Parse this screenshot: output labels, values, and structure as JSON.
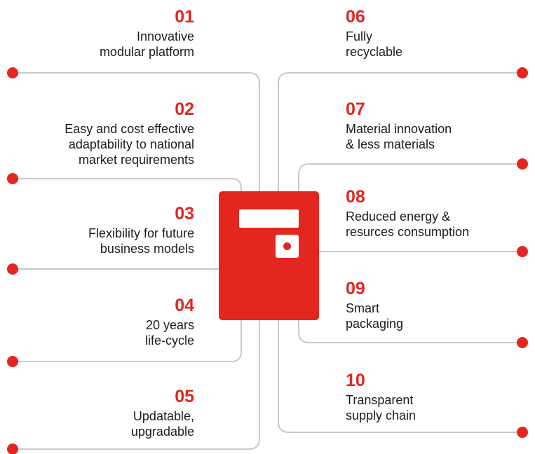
{
  "colors": {
    "accent": "#e52520",
    "connector": "#c9c9c9",
    "text": "#1c1c1c"
  },
  "left_features": [
    {
      "number": "01",
      "lines": [
        "Innovative",
        "modular platform"
      ]
    },
    {
      "number": "02",
      "lines": [
        "Easy and cost effective",
        "adaptability to national",
        "market requirements"
      ]
    },
    {
      "number": "03",
      "lines": [
        "Flexibility for future",
        "business models"
      ]
    },
    {
      "number": "04",
      "lines": [
        "20 years",
        "life-cycle"
      ]
    },
    {
      "number": "05",
      "lines": [
        "Updatable,",
        "upgradable"
      ]
    }
  ],
  "right_features": [
    {
      "number": "06",
      "lines": [
        "Fully",
        "recyclable"
      ]
    },
    {
      "number": "07",
      "lines": [
        "Material innovation",
        "& less materials"
      ]
    },
    {
      "number": "08",
      "lines": [
        "Reduced energy &",
        "resurces consumption"
      ]
    },
    {
      "number": "09",
      "lines": [
        "Smart",
        "packaging"
      ]
    },
    {
      "number": "10",
      "lines": [
        "Transparent",
        "supply chain"
      ]
    }
  ],
  "device": {
    "icon": "vending-machine-icon"
  }
}
